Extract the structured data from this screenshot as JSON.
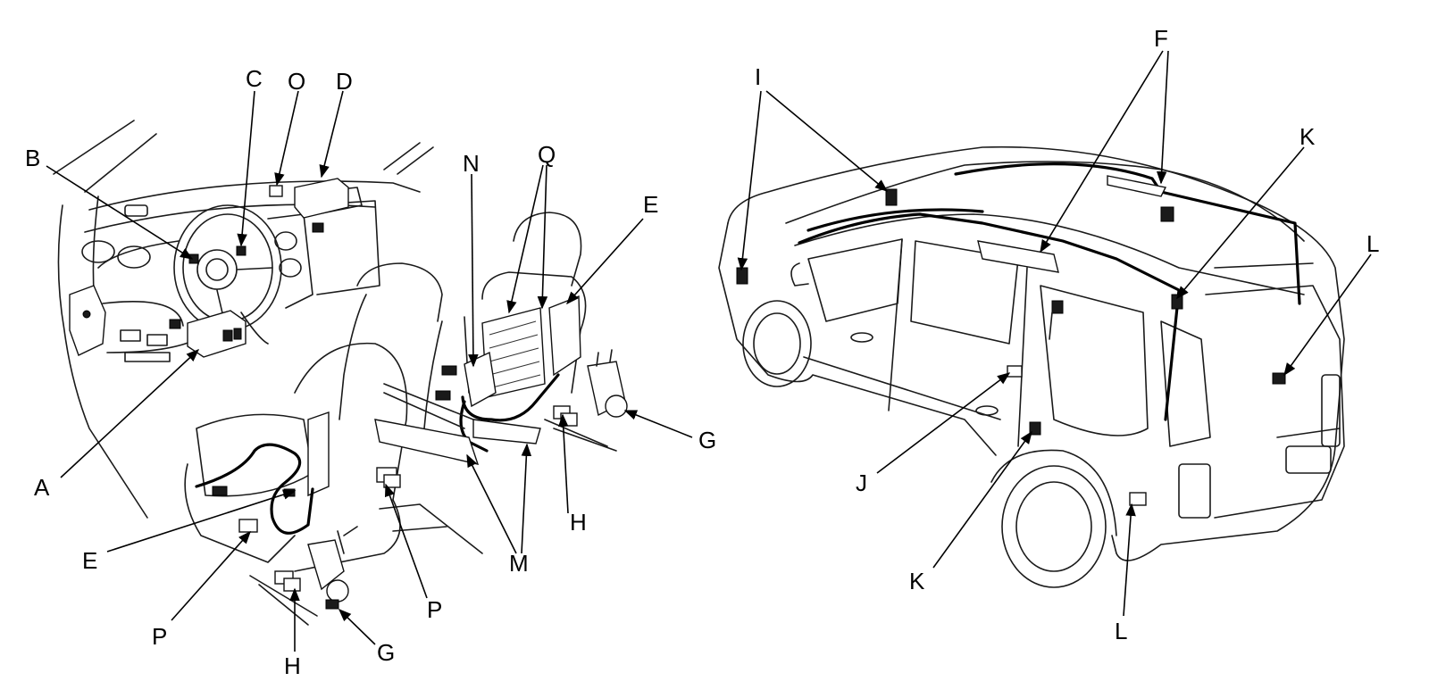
{
  "labels": {
    "A": "A",
    "B": "B",
    "C": "C",
    "D": "D",
    "E": "E",
    "F": "F",
    "G": "G",
    "H": "H",
    "I": "I",
    "J": "J",
    "K": "K",
    "L": "L",
    "M": "M",
    "N": "N",
    "O": "O",
    "P": "P",
    "Q": "Q"
  }
}
